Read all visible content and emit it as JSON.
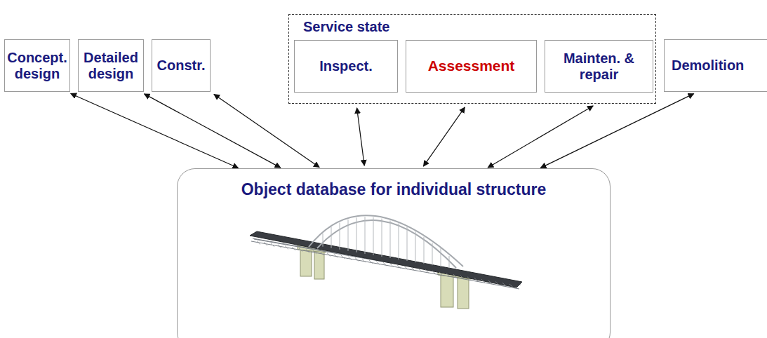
{
  "diagram": {
    "nodes": [
      {
        "text": [
          "Concept. design"
        ]
      },
      {
        "text": [
          "Detailed design"
        ]
      },
      {
        "text": [
          "Constr."
        ]
      },
      {
        "text": [
          "Service state"
        ]
      },
      {
        "text": [
          "Inspect."
        ],
        "in": 3
      },
      {
        "text": [
          "Assessment"
        ],
        "in": 3
      },
      {
        "text": [
          "Mainten. & repair"
        ],
        "in": 3
      },
      {
        "text": [
          "Demolition"
        ]
      },
      {
        "text": [
          "Object database for individual structure"
        ]
      }
    ],
    "edges": [
      {
        "from": 0,
        "to": 8,
        "arrow": "both"
      },
      {
        "from": 1,
        "to": 8,
        "arrow": "both"
      },
      {
        "from": 2,
        "to": 8,
        "arrow": "both"
      },
      {
        "from": 4,
        "to": 8,
        "arrow": "both"
      },
      {
        "from": 5,
        "to": 8,
        "arrow": "both"
      },
      {
        "from": 6,
        "to": 8,
        "arrow": "both"
      },
      {
        "from": 7,
        "to": 8,
        "arrow": "both"
      }
    ]
  }
}
